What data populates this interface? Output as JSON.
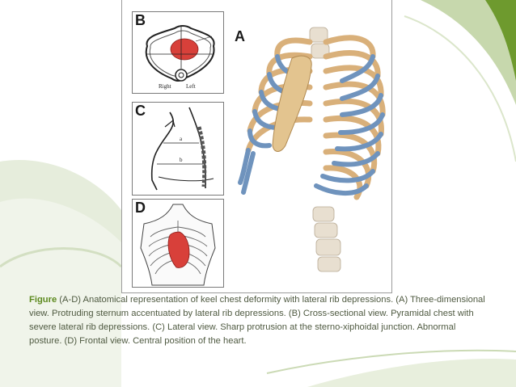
{
  "figure": {
    "panel_letters": {
      "a": "A",
      "b": "B",
      "c": "C",
      "d": "D"
    },
    "panel_b_labels": {
      "right": "Right",
      "left": "Left"
    },
    "panel_c_labels": {
      "a": "a",
      "b": "b"
    }
  },
  "caption": {
    "label": "Figure",
    "text": " (A-D) Anatomical representation of keel chest deformity with lateral rib depressions. (A) Three-dimensional view. Protruding sternum accentuated by lateral rib depressions. (B) Cross-sectional view. Pyramidal chest with severe lateral rib depressions. (C) Lateral view. Sharp protrusion at the sterno-xiphoidal junction. Abnormal posture. (D) Frontal view. Central position of the heart."
  },
  "colors": {
    "accent_green": "#5d8a1f",
    "caption_text": "#4f5a41",
    "rib_bone": "#d9b07a",
    "rib_cartilage": "#6f93bd",
    "heart": "#d8403a"
  },
  "icons": [
    "rib-cage-illustration",
    "cross-section-illustration",
    "lateral-view-illustration",
    "frontal-view-illustration"
  ]
}
